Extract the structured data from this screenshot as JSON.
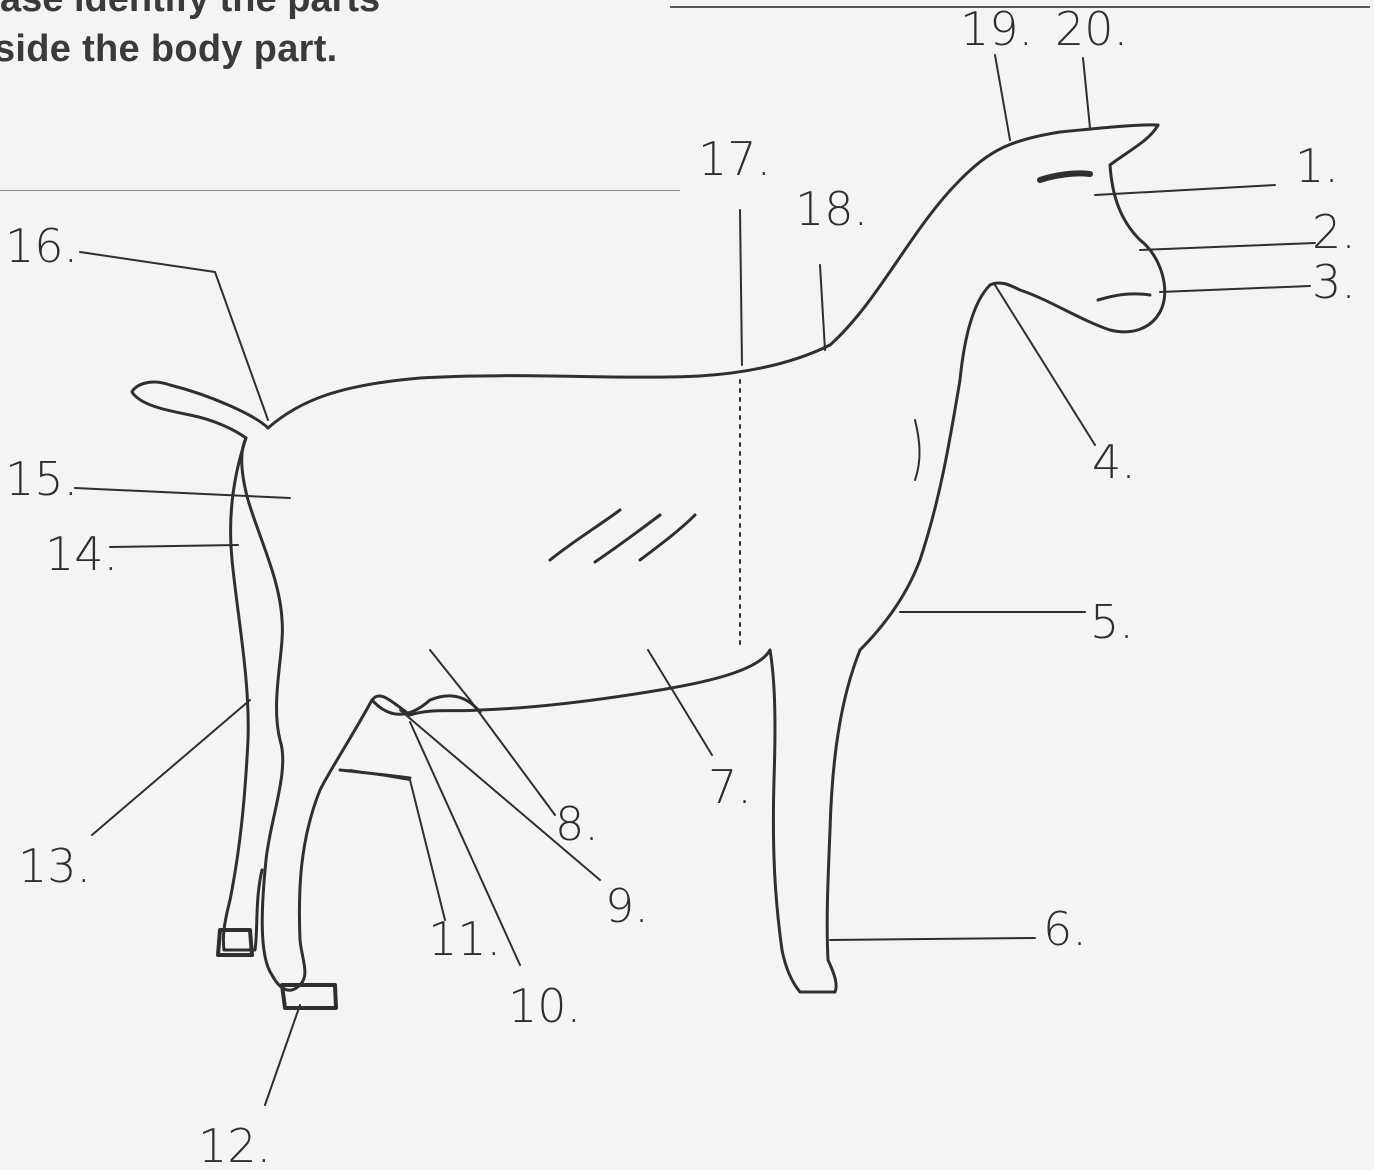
{
  "instructions": {
    "line1_partial": "ase identify the parts",
    "line2": "side the body part."
  },
  "labels": {
    "l1": "1.",
    "l2": "2.",
    "l3": "3.",
    "l4": "4.",
    "l5": "5.",
    "l6": "6.",
    "l7": "7.",
    "l8": "8.",
    "l9": "9.",
    "l10": "10.",
    "l11": "11.",
    "l12": "12.",
    "l13": "13.",
    "l14": "14.",
    "l15": "15.",
    "l16": "16.",
    "l17": "17.",
    "l18": "18.",
    "l19": "19.",
    "l20": "20."
  }
}
